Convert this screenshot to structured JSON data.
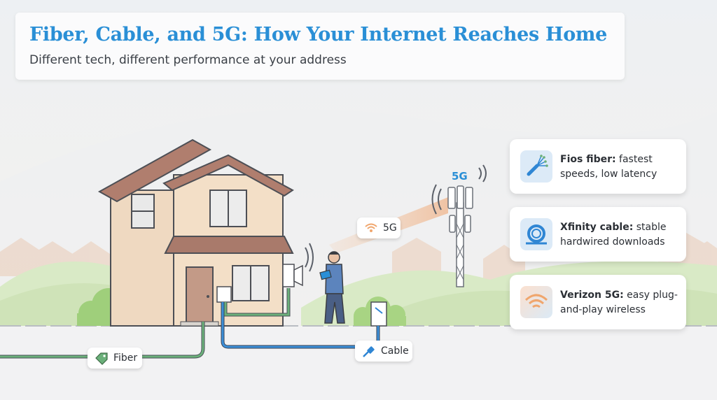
{
  "header": {
    "title": "Fiber, Cable, and 5G: How Your Internet Reaches Home",
    "subtitle": "Different tech, different performance at your address"
  },
  "tower_label": "5G",
  "pills": {
    "wifi_5g": "5G",
    "fiber": "Fiber",
    "cable": "Cable"
  },
  "cards": [
    {
      "bold": "Fios fiber:",
      "text": " fastest speeds, low latency",
      "icon": "fiber-optic-icon"
    },
    {
      "bold": "Xfinity cable:",
      "text": " stable hardwired downloads",
      "icon": "coax-cable-icon"
    },
    {
      "bold": "Verizon 5G:",
      "text": " easy plug-and-play wireless",
      "icon": "wifi-icon"
    }
  ],
  "colors": {
    "title": "#2a8fd6",
    "fiber_line": "#5aa86a",
    "cable_line": "#2f86d4",
    "house_wall": "#f0dcc4",
    "roof": "#a9786a"
  }
}
